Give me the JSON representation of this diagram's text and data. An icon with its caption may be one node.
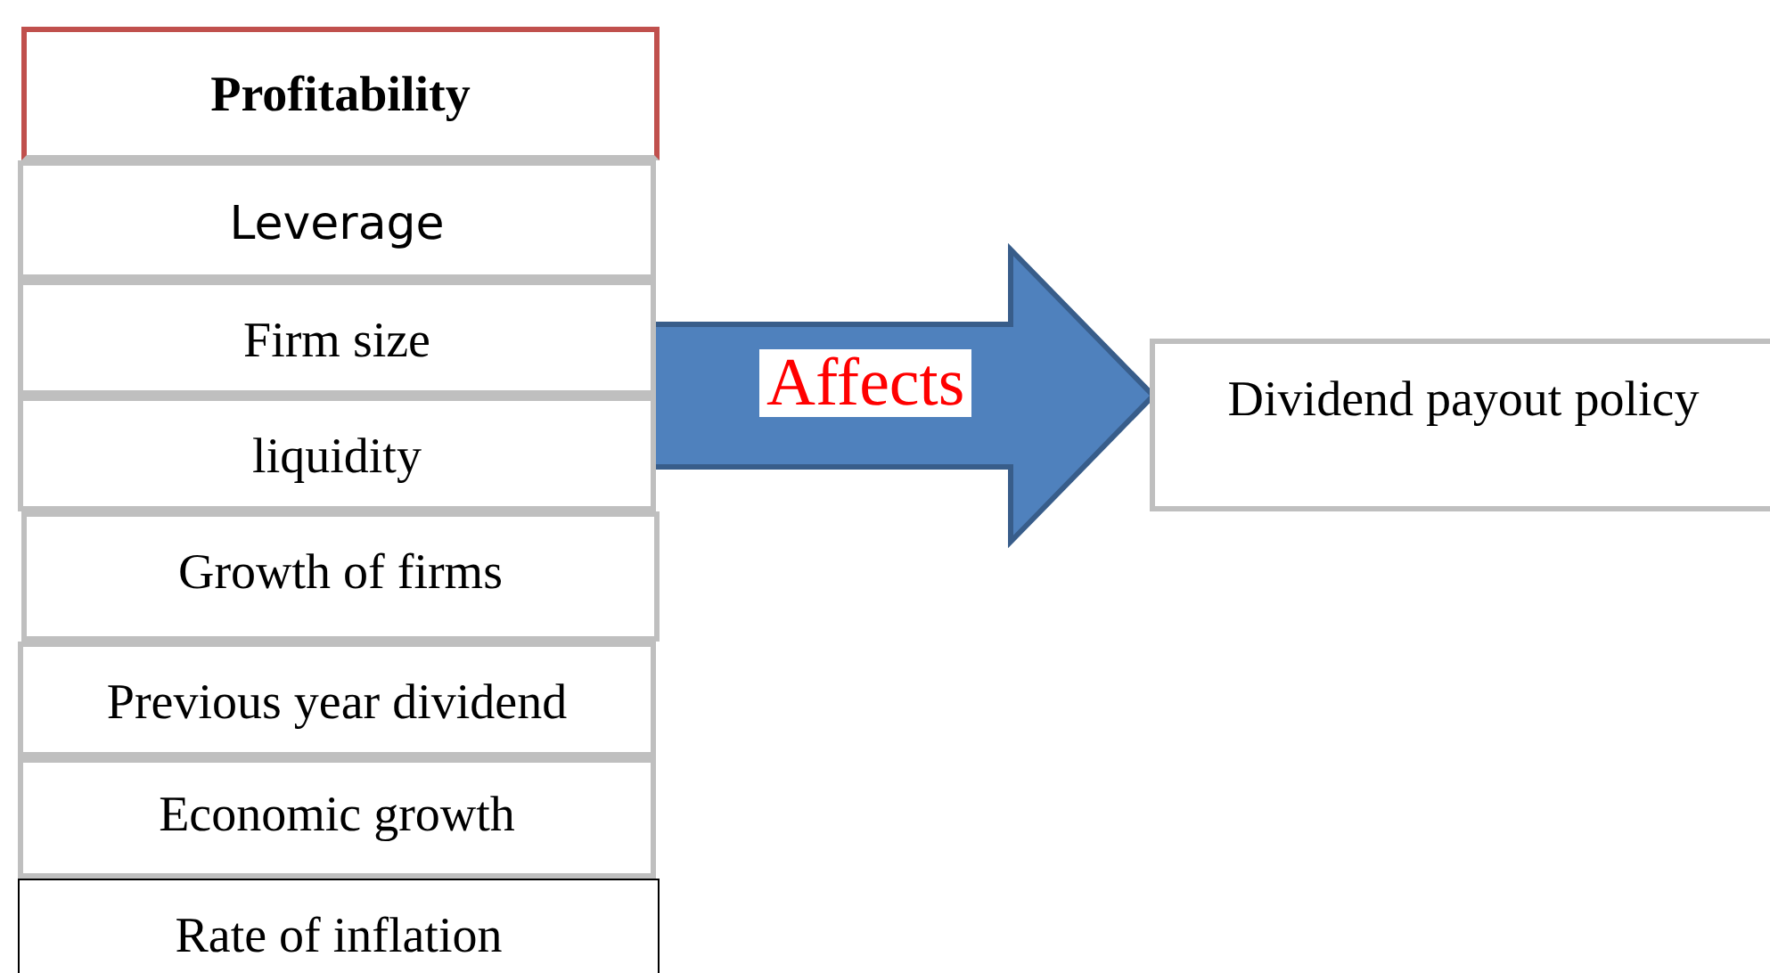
{
  "diagram": {
    "nodes": [
      {
        "text": [
          "Profitability"
        ]
      },
      {
        "text": [
          "Leverage"
        ]
      },
      {
        "text": [
          "Firm size"
        ]
      },
      {
        "text": [
          "liquidity"
        ]
      },
      {
        "text": [
          "Growth of firms"
        ]
      },
      {
        "text": [
          "Previous year dividend"
        ]
      },
      {
        "text": [
          "Economic growth"
        ]
      },
      {
        "text": [
          "Rate of inflation"
        ]
      },
      {
        "text": [
          "Dividend payout policy"
        ]
      }
    ],
    "edges": [
      {
        "from": null,
        "to": 8,
        "arrow": "to",
        "label": "Affects"
      }
    ]
  }
}
